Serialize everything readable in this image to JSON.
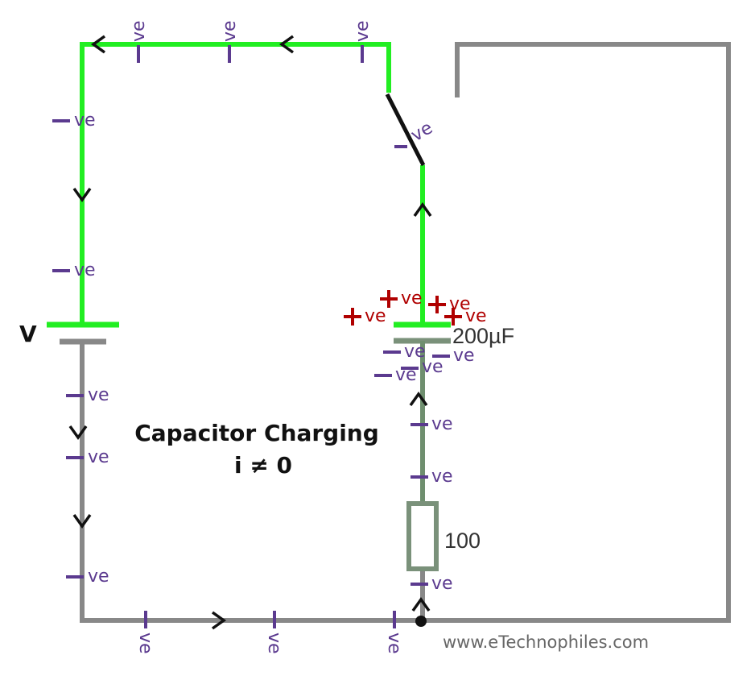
{
  "diagram": {
    "title": "Capacitor Charging",
    "subtitle": "i ≠ 0",
    "battery_label": "V",
    "capacitor_label": "200µF",
    "resistor_label": "100",
    "watermark": "www.eTechnophiles.com",
    "negative_charge_suffix": "ve",
    "positive_charge_suffix": "ve",
    "colors": {
      "charging_wire": "#22ee22",
      "wire": "#888888",
      "negative": "#5b3a8f",
      "positive": "#b00000"
    }
  }
}
